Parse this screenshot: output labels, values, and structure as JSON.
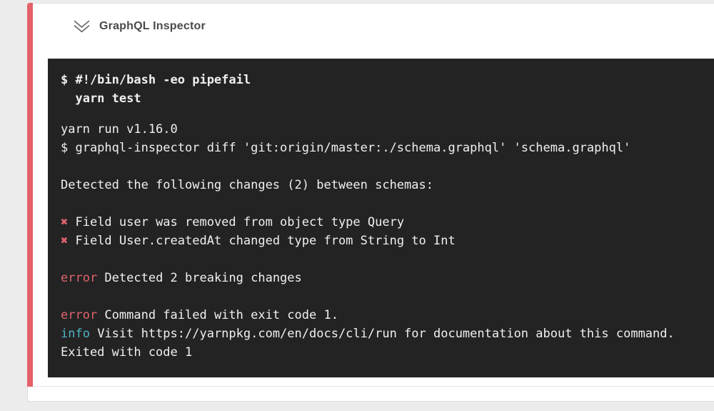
{
  "colors": {
    "page_background": "#ececec",
    "failed_step_stripe": "#e4606a",
    "terminal_background": "#232323",
    "terminal_text": "#f0f0f0",
    "terminal_error_red": "#e0646c",
    "terminal_info_cyan": "#4fb3c5"
  },
  "step": {
    "title": "GraphQL Inspector",
    "collapse_icon": "chevron-double-down-icon",
    "status": "failed"
  },
  "terminal": {
    "command_lines": [
      "$ #!/bin/bash -eo pipefail",
      "  yarn test"
    ],
    "output_lines": [
      {
        "segments": [
          {
            "text": "yarn run v1.16.0"
          }
        ]
      },
      {
        "segments": [
          {
            "text": "$ graphql-inspector diff 'git:origin/master:./schema.graphql' 'schema.graphql'"
          }
        ]
      },
      {
        "segments": []
      },
      {
        "segments": [
          {
            "text": "Detected the following changes (2) between schemas:"
          }
        ]
      },
      {
        "segments": []
      },
      {
        "segments": [
          {
            "text": "✖",
            "color": "red"
          },
          {
            "text": " Field user was removed from object type Query"
          }
        ]
      },
      {
        "segments": [
          {
            "text": "✖",
            "color": "red"
          },
          {
            "text": " Field User.createdAt changed type from String to Int"
          }
        ]
      },
      {
        "segments": []
      },
      {
        "segments": [
          {
            "text": "error",
            "color": "red"
          },
          {
            "text": " Detected 2 breaking changes"
          }
        ]
      },
      {
        "segments": []
      },
      {
        "segments": [
          {
            "text": "error",
            "color": "red"
          },
          {
            "text": " Command failed with exit code 1."
          }
        ]
      },
      {
        "segments": [
          {
            "text": "info",
            "color": "cyan"
          },
          {
            "text": " Visit https://yarnpkg.com/en/docs/cli/run for documentation about this command."
          }
        ]
      },
      {
        "segments": [
          {
            "text": "Exited with code 1"
          }
        ]
      }
    ]
  }
}
